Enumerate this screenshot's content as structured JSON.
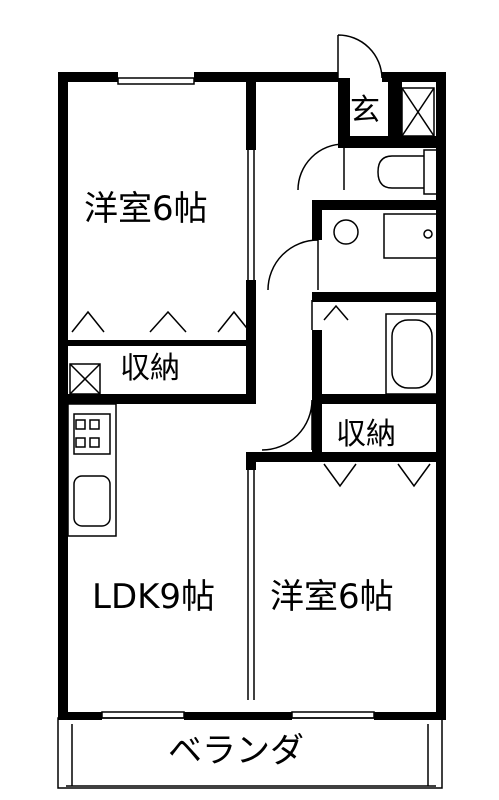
{
  "rooms": {
    "western_room_top": "洋室6帖",
    "storage_left": "収納",
    "entrance": "玄",
    "storage_right": "収納",
    "ldk": "LDK9帖",
    "western_room_bottom": "洋室6帖",
    "veranda": "ベランダ"
  },
  "colors": {
    "wall": "#000000",
    "line": "#000000",
    "background": "#ffffff"
  }
}
